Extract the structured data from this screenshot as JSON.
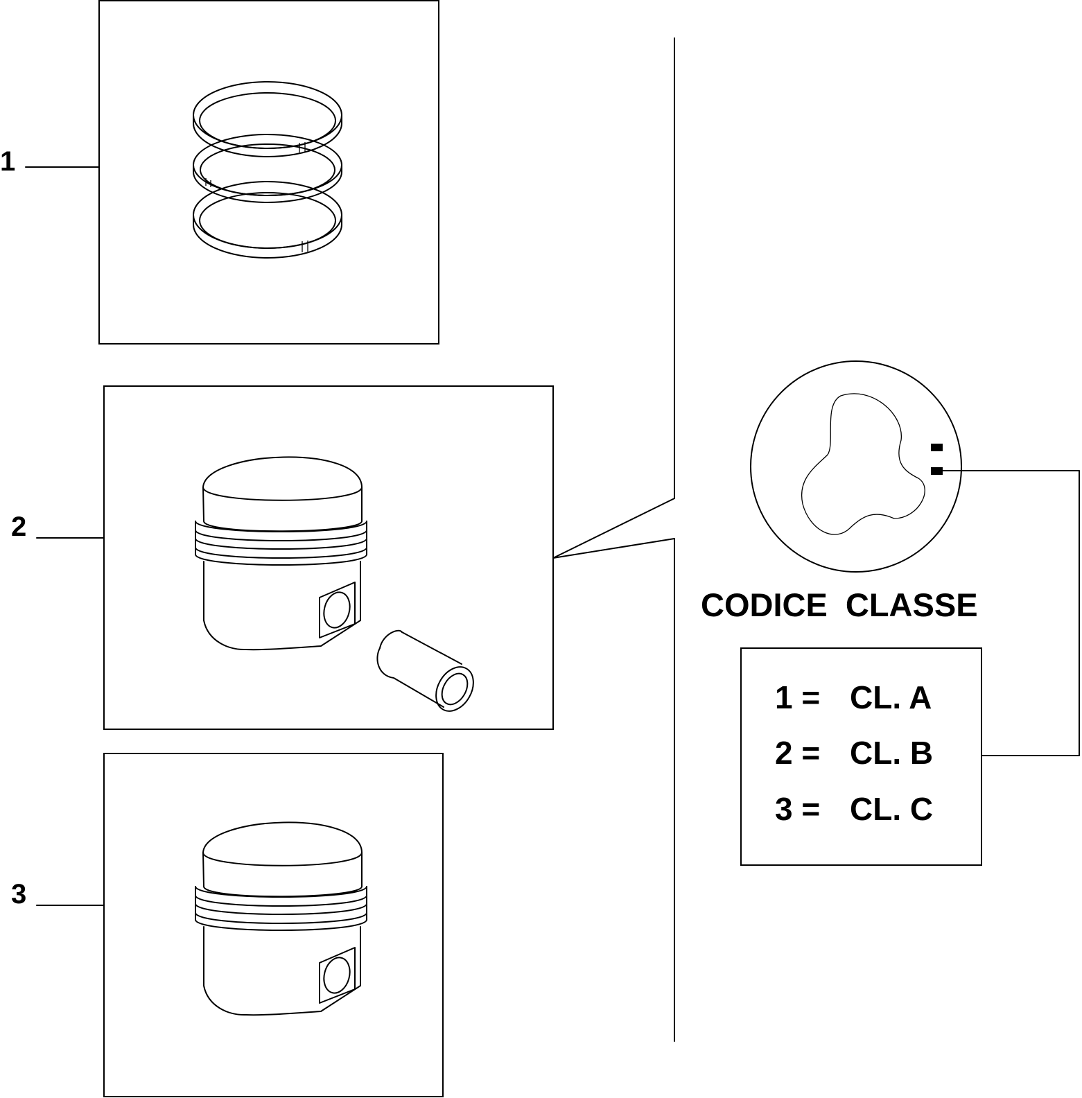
{
  "callouts": [
    {
      "number": "1",
      "part": "piston-ring-set"
    },
    {
      "number": "2",
      "part": "piston-with-pin"
    },
    {
      "number": "3",
      "part": "piston"
    }
  ],
  "detail": {
    "caption": "CODICE  CLASSE",
    "legend": [
      {
        "code": "1 =",
        "value": "CL. A"
      },
      {
        "code": "2 =",
        "value": "CL. B"
      },
      {
        "code": "3 =",
        "value": "CL. C"
      }
    ]
  },
  "colors": {
    "line": "#000000",
    "background": "#ffffff"
  }
}
